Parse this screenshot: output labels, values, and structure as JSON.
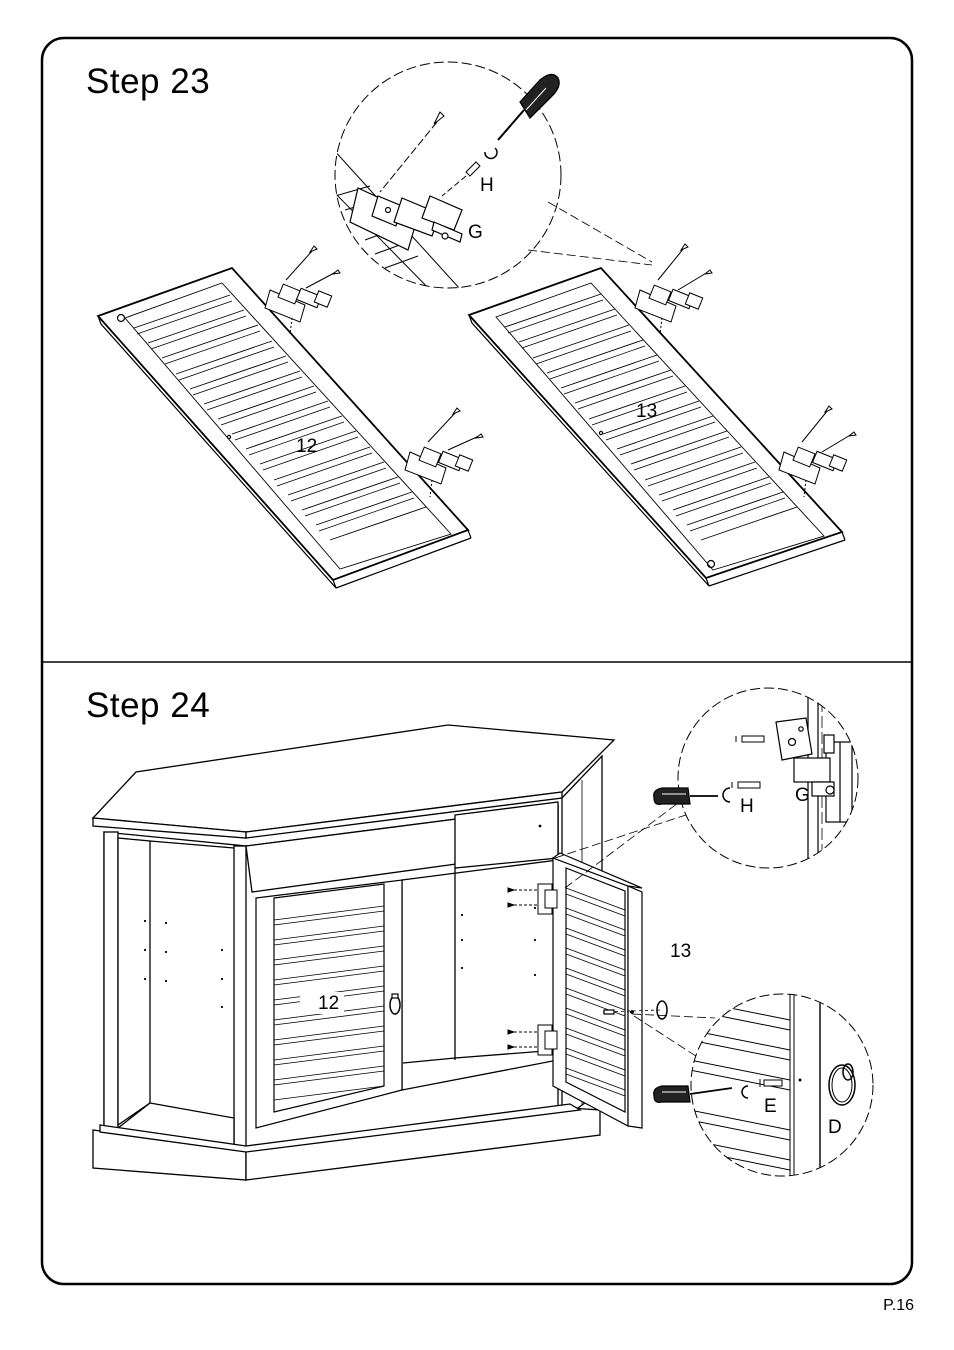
{
  "steps": [
    {
      "title": "Step  23"
    },
    {
      "title": "Step  24"
    }
  ],
  "labels": {
    "h": "H",
    "g": "G",
    "e": "E",
    "d": "D",
    "panel_12": "12",
    "panel_13": "13"
  },
  "page_number": "P.16"
}
